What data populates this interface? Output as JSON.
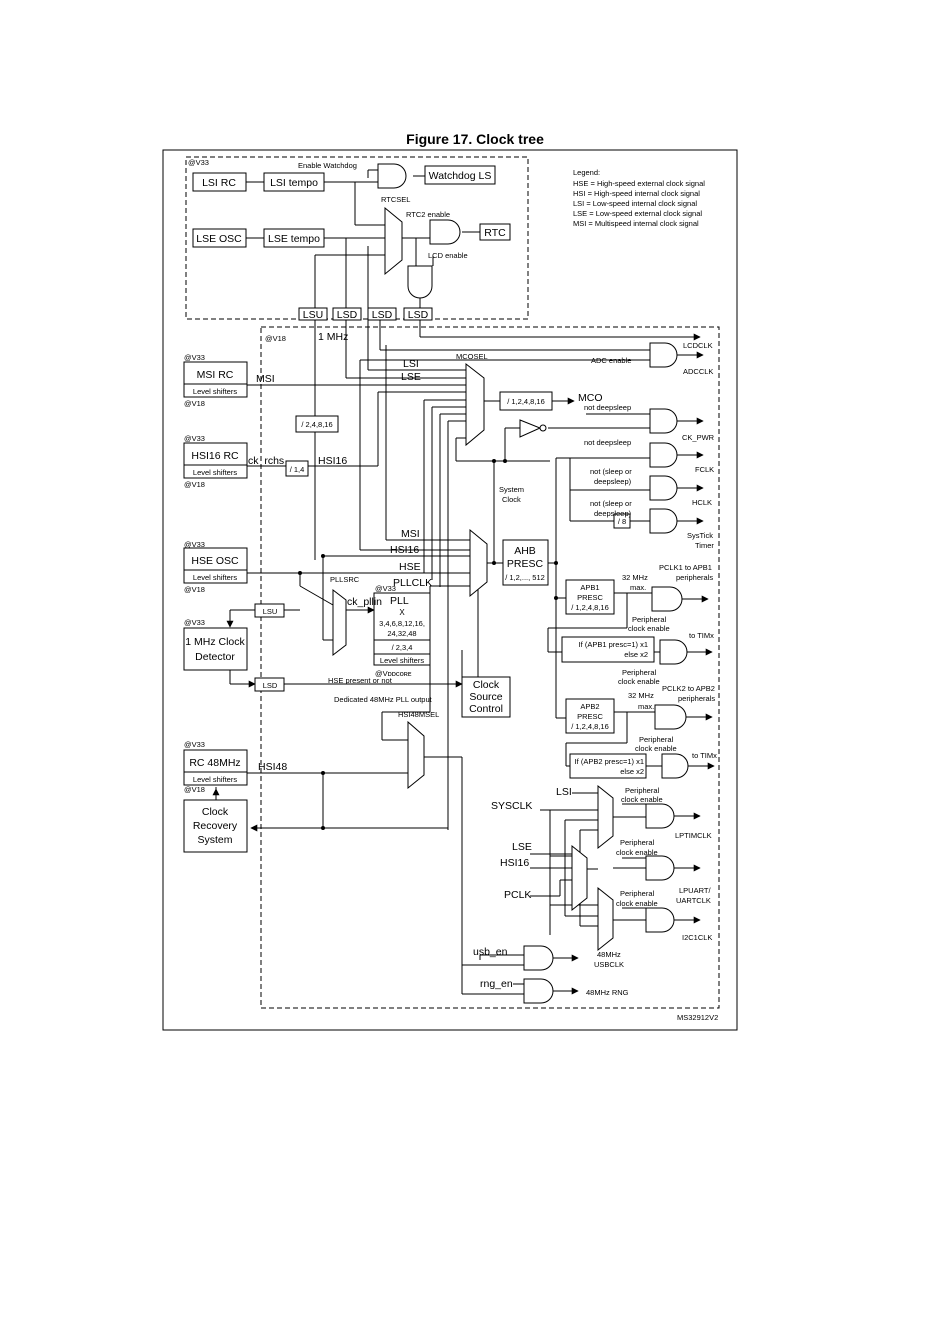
{
  "title": "Figure 17. Clock tree",
  "ref": "MS32912V2",
  "legend": {
    "heading": "Legend:",
    "lines": [
      "HSE = High-speed external clock signal",
      "HSI = High-speed internal clock signal",
      "LSI = Low-speed internal clock signal",
      "LSE = Low-speed external clock signal",
      "MSI = Multispeed internal clock signal"
    ]
  },
  "domains": {
    "v33": "@V33",
    "v18": "@V18",
    "vddcore": "@Vᴅᴅᴄᴏʀᴇ"
  },
  "blocks": {
    "lsi_rc": "LSI RC",
    "lsi_tempo": "LSI tempo",
    "lse_osc": "LSE OSC",
    "lse_tempo": "LSE tempo",
    "watchdog": "Watchdog LS",
    "rtc": "RTC",
    "lsu1": "LSU",
    "lsd1": "LSD",
    "lsd2": "LSD",
    "lsd3": "LSD",
    "msi_rc": "MSI RC",
    "hsi16_rc": "HSI16 RC",
    "hse_osc": "HSE OSC",
    "level_shifters": "Level shifters",
    "detector_1": "1 MHz Clock",
    "detector_2": "Detector",
    "rc48": "RC 48MHz",
    "crs_1": "Clock",
    "crs_2": "Recovery",
    "crs_3": "System",
    "div_2_4_8_16": "/ 2,4,8,16",
    "div_1_4": "/ 1,4",
    "div_8": "/ 8",
    "mco_div": "/ 1,2,4,8,16",
    "pll_1": "PLL",
    "pll_2": "X",
    "pll_3": "3,4,6,8,12,16,",
    "pll_4": "24,32,48",
    "pll_5": "/ 2,3,4",
    "ahb_1": "AHB",
    "ahb_2": "PRESC",
    "ahb_3": "/ 1,2,..., 512",
    "apb1_1": "APB1",
    "apb1_2": "PRESC",
    "apb1_3": "/ 1,2,4,8,16",
    "apb2_1": "APB2",
    "apb2_2": "PRESC",
    "apb2_3": "/ 1,2,4,8,16",
    "tim1_1": "If (APB1 presc=1) x1",
    "tim1_2": "else x2",
    "tim2_1": "If (APB2 presc=1) x1",
    "tim2_2": "else x2",
    "csc_1": "Clock",
    "csc_2": "Source",
    "csc_3": "Control",
    "lsu2": "LSU",
    "lsd4": "LSD"
  },
  "labels": {
    "enable_watchdog": "Enable Watchdog",
    "rtcsel": "RTCSEL",
    "rtc2_enable": "RTC2 enable",
    "lcd_enable": "LCD enable",
    "one_mhz": "1 MHz",
    "msi": "MSI",
    "ck_rchs": "ck_rchs",
    "hsi16": "HSI16",
    "lsi": "LSI",
    "lse": "LSE",
    "mcosel": "MCOSEL",
    "mco": "MCO",
    "not_deepsleep_1": "not deepsleep",
    "not_deepsleep_2": "not deepsleep",
    "not_sleep_1a": "not (sleep or",
    "not_sleep_1b": "deepsleep)",
    "not_sleep_2a": "not (sleep or",
    "not_sleep_2b": "deepsleep)",
    "system_clock_1": "System",
    "system_clock_2": "Clock",
    "msi2": "MSI",
    "hsi16_2": "HSI16",
    "hse": "HSE",
    "pllclk": "PLLCLK",
    "pllsrc": "PLLSRC",
    "ck_pllin": "ck_pllin",
    "mhz32_1a": "32 MHz",
    "mhz32_1b": "max.",
    "mhz32_2a": "32 MHz",
    "mhz32_2b": "max.",
    "periph_en_1a": "Peripheral",
    "periph_en_1b": "clock enable",
    "periph_en_2a": "Peripheral",
    "periph_en_2b": "clock enable",
    "periph_en_3a": "Peripheral",
    "periph_en_3b": "clock enable",
    "periph_en_4a": "Peripheral",
    "periph_en_4b": "clock enable",
    "periph_en_5a": "Peripheral",
    "periph_en_5b": "clock enable",
    "periph_en_6a": "Peripheral",
    "periph_en_6b": "clock enable",
    "periph_en_7a": "Peripheral",
    "periph_en_7b": "clock enable",
    "hse_present": "HSE present or not",
    "dedicated_48": "Dedicated 48MHz PLL output",
    "hsi48msel": "HSI48MSEL",
    "hsi48": "HSI48",
    "sysclk": "SYSCLK",
    "lsi2": "LSI",
    "lse2": "LSE",
    "hsi16_3": "HSI16",
    "pclk": "PCLK",
    "usb_en": "usb_en",
    "rng_en": "rng_en",
    "adc_enable": "ADC enable"
  },
  "outputs": {
    "lcdclk": "LCDCLK",
    "adcclk": "ADCCLK",
    "ck_pwr": "CK_PWR",
    "fclk": "FCLK",
    "hclk": "HCLK",
    "systick_1": "SysTick",
    "systick_2": "Timer",
    "pclk1_1": "PCLK1 to APB1",
    "pclk1_2": "peripherals",
    "to_tim1": "to TIMx",
    "pclk2_1": "PCLK2 to APB2",
    "pclk2_2": "peripherals",
    "to_tim2": "to TIMx",
    "lptimclk": "LPTIMCLK",
    "lpuart_1": "LPUART/",
    "lpuart_2": "UARTCLK",
    "i2c1clk": "I2C1CLK",
    "usbclk_1": "48MHz",
    "usbclk_2": "USBCLK",
    "rng": "48MHz RNG"
  }
}
